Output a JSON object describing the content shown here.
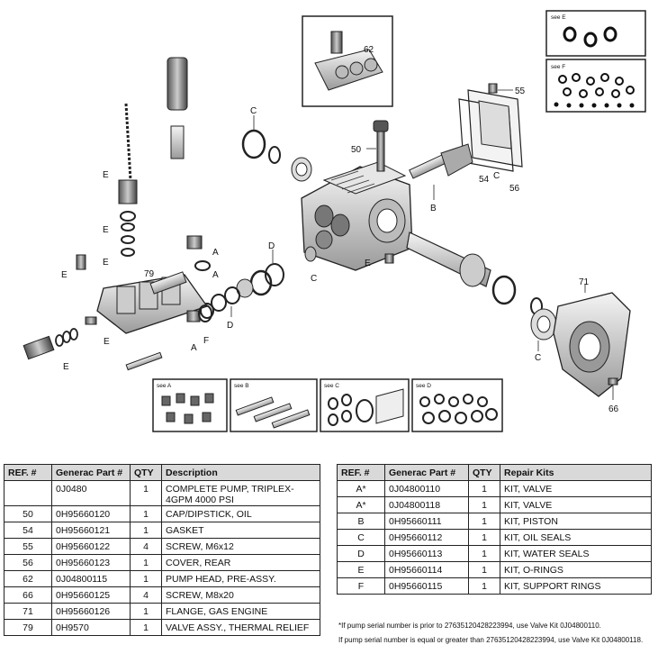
{
  "diagram": {
    "labels": {
      "E": "E",
      "A": "A",
      "B": "B",
      "C": "C",
      "D": "D",
      "F": "F",
      "n50": "50",
      "n54": "54",
      "n55": "55",
      "n56": "56",
      "n62": "62",
      "n66": "66",
      "n71": "71",
      "n79": "79"
    },
    "insets": {
      "see_a": "see A",
      "see_b": "see B",
      "see_c": "see C",
      "see_d": "see D",
      "see_e": "see E",
      "see_f": "see F"
    }
  },
  "parts_table": {
    "headers": [
      "REF. #",
      "Generac Part #",
      "QTY",
      "Description"
    ],
    "rows": [
      {
        "ref": "",
        "part": "0J0480",
        "qty": "1",
        "desc": "COMPLETE PUMP, TRIPLEX-4GPM 4000 PSI"
      },
      {
        "ref": "50",
        "part": "0H95660120",
        "qty": "1",
        "desc": "CAP/DIPSTICK, OIL"
      },
      {
        "ref": "54",
        "part": "0H95660121",
        "qty": "1",
        "desc": "GASKET"
      },
      {
        "ref": "55",
        "part": "0H95660122",
        "qty": "4",
        "desc": "SCREW, M6x12"
      },
      {
        "ref": "56",
        "part": "0H95660123",
        "qty": "1",
        "desc": "COVER, REAR"
      },
      {
        "ref": "62",
        "part": "0J04800115",
        "qty": "1",
        "desc": "PUMP HEAD, PRE-ASSY."
      },
      {
        "ref": "66",
        "part": "0H95660125",
        "qty": "4",
        "desc": "SCREW, M8x20"
      },
      {
        "ref": "71",
        "part": "0H95660126",
        "qty": "1",
        "desc": "FLANGE, GAS ENGINE"
      },
      {
        "ref": "79",
        "part": "0H9570",
        "qty": "1",
        "desc": "VALVE ASSY., THERMAL RELIEF"
      }
    ]
  },
  "kits_table": {
    "headers": [
      "REF. #",
      "Generac Part #",
      "QTY",
      "Repair Kits"
    ],
    "rows": [
      {
        "ref": "A*",
        "part": "0J04800110",
        "qty": "1",
        "desc": "KIT, VALVE"
      },
      {
        "ref": "A*",
        "part": "0J04800118",
        "qty": "1",
        "desc": "KIT, VALVE"
      },
      {
        "ref": "B",
        "part": "0H95660111",
        "qty": "1",
        "desc": "KIT, PISTON"
      },
      {
        "ref": "C",
        "part": "0H95660112",
        "qty": "1",
        "desc": "KIT, OIL SEALS"
      },
      {
        "ref": "D",
        "part": "0H95660113",
        "qty": "1",
        "desc": "KIT, WATER SEALS"
      },
      {
        "ref": "E",
        "part": "0H95660114",
        "qty": "1",
        "desc": "KIT, O-RINGS"
      },
      {
        "ref": "F",
        "part": "0H95660115",
        "qty": "1",
        "desc": "KIT, SUPPORT RINGS"
      }
    ]
  },
  "notes": [
    "*If pump serial number is prior to 27635120428223994, use Valve Kit 0J04800110.",
    "If pump serial number is equal or greater than 27635120428223994, use Valve Kit 0J04800118."
  ]
}
